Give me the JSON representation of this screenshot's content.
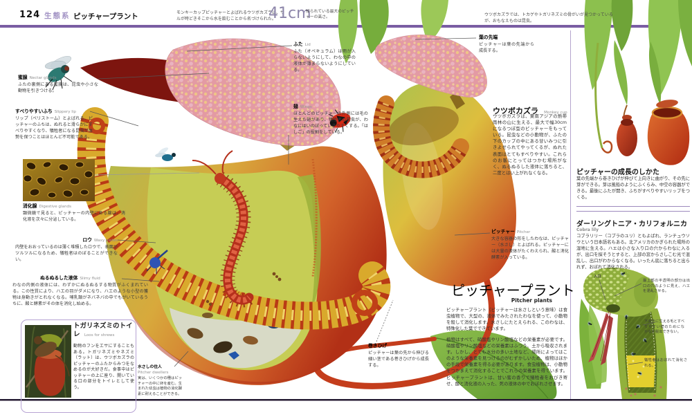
{
  "colors": {
    "accent_purple": "#7a5da3",
    "divider_purple": "#b5a5cd",
    "footer_dark": "#241a32",
    "stat_gray": "#8d86aa",
    "box_border": "#b7a3d4"
  },
  "header": {
    "page_number": "124",
    "category": "生態系",
    "title": "ピッチャープラント",
    "fact_left": "モンキーカップピッチャーとよばれるウツボカズラは、サルが時どきそこから水を飲むことから名づけられた。",
    "stat_value": "41cm",
    "stat_caption": "知られている最大のピッチャーの高さ。",
    "fact_right": "ウツボカズラでは、トカゲやトガリネズミの骨がいが見つかっているが、おもなえものは昆虫。"
  },
  "labels": {
    "nectar": {
      "jp": "蜜腺",
      "en": "Nectar glands",
      "body": "ふたの裏側にある蜜腺は、昆虫や小さな動物を引きつける。"
    },
    "slippery": {
      "jp": "すべりやすいふち",
      "en": "Slippery lip",
      "body": "リップ（ペリストーム）とよばれる、ピッチャーのふちは、ぬれると滑らかにすべりやすくなり、犠牲者になる昆虫が体勢を保つことはほとんど不可能である。"
    },
    "digestive": {
      "jp": "消化腺",
      "en": "Digestive glands",
      "body": "顕微鏡で見ると、ピッチャーの内壁にある腺は、消化液を次々に分泌している。"
    },
    "waxy": {
      "jp": "ロウ",
      "en": "Waxy plates",
      "body": "内壁をおおっているのは薄く堆積したロウで、表面がツルツルになるため、犠牲者はのぼることができない。"
    },
    "slimy": {
      "jp": "ぬるぬるした液体",
      "en": "Slimy fluid",
      "body": "わなの内側の液体には、わずかにぬるぬるする物質がふくまれている。この性質により、ハエの羽がダメになり、ハエのような小型の獲物は身動きがとれなくなる。哺乳類がネバネバの中でもがいているうちに、酸と酵素がその体を消化し始める。"
    },
    "lid": {
      "jp": "ふた",
      "en": "Lid",
      "body": "ふた（オペキュラム）は雨が入らないようにして、わなの中の液体が薄まらないようにしている。"
    },
    "wings": {
      "jp": "翅",
      "en": "Wings",
      "body": "ほとんどのピッチャーの外側には毛の生えた翅があり、犠牲者の昆虫が、わなにはいのぼっていきやすくする。「はしご」の役割をしている。"
    },
    "tendril": {
      "jp": "巻きひげ",
      "body": "ピッチャーは葉の先から伸びる細い茎である巻きひげから成長する。"
    },
    "leaftip": {
      "jp": "葉の先端",
      "body": "ピッチャーは葉の先端から成長する。"
    },
    "pitcher": {
      "jp": "ピッチャー",
      "en": "Pitcher",
      "body": "大きな容器の形をしたわなは、ピッチャー（水さし）とよばれる。ピッチャーには大量の液体がたくわえられ、酸と消化酵素が入っている。"
    },
    "dwellers": {
      "jp": "水さしの住人",
      "en": "Pitcher dwellers",
      "body": "実は、いくつかの種はピッチャーの中に卵を産む。生まれた幼虫は植物の消化酵素に耐えることができる。"
    }
  },
  "shrew_box": {
    "title": "トガリネズミのトイレ",
    "en": "Loos for shrews",
    "body": "動物のフンをエサにすることもある。トガリネズミやネズミ（ラット）は、ウツボカズラのピッチャーのふたからみつをなめるのが大好きだ。食事中はピッチャーの上に座り、開いている口の部分をトイレとして使う。"
  },
  "monkey_cup": {
    "title": "ウツボカズラ",
    "en": "Monkey cup",
    "body": "ウツボカズラは、東南アジアの熱帯雨林の山に生える、最大で幅30cmになるつぼ型のピッチャーをもっている。昆虫などの小動物が、ふたの下のカップの中にある甘いみつに引きよせられてやってくるが、ぬれた表面はとてもすべりやすい。これらのお客にとってはつかむ場所がなく、ぬるぬるした液体に落ちると、二度とはい上がれなくなる。"
  },
  "article": {
    "title": "ピッチャープラント",
    "en": "Pitcher plants",
    "para1": "ピッチャープラント（ピッチャーは水さしという意味）は食虫植物で、大型の、液体でみたされたわなを使って、小動物を殺して消化します。水さしにたとえられる、このわなは、特殊化した葉でできています。",
    "para2": "植物はすべて、硝酸塩やリン酸塩などの栄養素が必要です。硝酸塩やリン酸塩などの栄養素はふつう、土から吸収されます。しかし、とても水分の多い土地など、場所によってはこのような栄養素を見つけるのがむずかしいため、植物はほかの手段で栄養素を得る必要があります。食虫植物は、小動物をつかまえて消化することでこれらの栄養素を得ています。ピッチャープラントは、甘い蜜の香りで犠牲者をおびき寄せ、酸と消化液の入った、死の液体の中でおぼれさせます。"
  },
  "growth": {
    "title": "ピッチャーの成長のしかた",
    "body": "葉の先端から巻きひげが伸びて上向きに曲がり、その先に芽ができる。芽は風船のようにふくらみ、中空の容器ができる。最後にふたが開き、ふちがすべりやすいリップをつくる。"
  },
  "cobra": {
    "title": "ダーリングトニア・カリフォルニカ",
    "en": "Cobra lily",
    "body": "コブラリリー（コブラのユリ）ともよばれ、ランチュウソウという日本語名もある。北アメリカのかぎられた場所の湿地に生える。ハエは小さな入り口の穴からわなに入るが、出口を探そうとすると、上部の窓からさしこむ光で混乱し、出口がわからなくなる。いったん底に落ちると出られず、おぼれて消化される。",
    "ann_entrance": "入口",
    "ann_window": "最上部の半透明の部分は出口の穴のように見え、ハエを混乱させる。",
    "ann_hairs": "下向きに生える毛とすべりやすい壁のためになかなか脱出できない。",
    "ann_drown": "犠牲者はおぼれて消化される。"
  }
}
